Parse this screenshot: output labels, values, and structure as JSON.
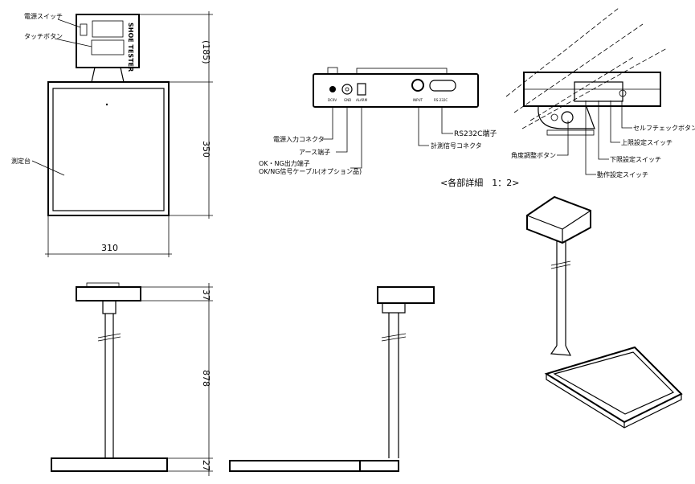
{
  "title": "SHOE TESTER",
  "front_view": {
    "labels": {
      "power_switch": "電源スイッチ",
      "touch_button": "タッチボタン",
      "platform": "測定台"
    },
    "dims": {
      "head_height": "(185)",
      "platform_height": "350",
      "platform_width": "310"
    }
  },
  "rear_detail": {
    "panel_labels": {
      "dc": "DC9V",
      "gnd": "GND",
      "alarm": "ALARM",
      "input": "INPUT",
      "rs": "RS-232C"
    },
    "callouts": {
      "power_input": "電源入力コネクタ",
      "earth": "アース端子",
      "okng_out": "OK・NG出力端子",
      "okng_cable": "OK/NG信号ケーブル(オプション品)",
      "measure_input": "計測信号コネクタ",
      "rs232c": "RS232C端子"
    }
  },
  "side_detail": {
    "callouts": {
      "self_check": "セルフチェックボタン",
      "upper_switch": "上限設定スイッチ",
      "lower_switch": "下限設定スイッチ",
      "angle_button": "角度調整ボタン",
      "mode_switch": "動作設定スイッチ"
    }
  },
  "scale_note": "<各部詳細　1：2>",
  "side_view": {
    "dims": {
      "head": "37",
      "pole": "878",
      "base": "27"
    }
  }
}
